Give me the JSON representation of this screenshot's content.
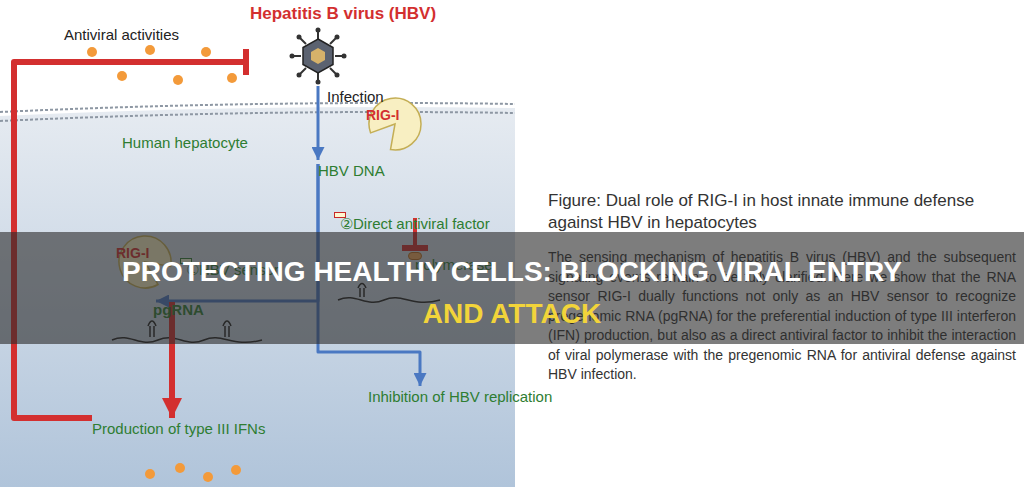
{
  "diagram": {
    "title": "PROTECTING HEALTHY CELLS: BLOCKING VIRAL ENTRY AND ATTACK",
    "caption": "Figure: Dual role of RIG-I in host innate immune defense against HBV in hepatocytes",
    "nodes": [
      {
        "text": [
          "Human hepatocyte"
        ]
      },
      {
        "text": [
          "Hepatitis B virus (HBV)"
        ]
      },
      {
        "text": [
          "HBV DNA"
        ],
        "in": 0
      },
      {
        "text": [
          "RIG-I"
        ],
        "in": 0
      },
      {
        "text": [
          "②Direct antiviral factor"
        ],
        "in": 0
      },
      {
        "text": [
          "RIG-I"
        ],
        "in": 0
      },
      {
        "text": [
          "①HBV sensor"
        ],
        "in": 0
      },
      {
        "text": [
          "pgRNA"
        ],
        "in": 0
      },
      {
        "text": [
          "polymerase"
        ],
        "in": 0
      },
      {
        "text": [
          "Inhibition of HBV replication"
        ],
        "in": 0
      },
      {
        "text": [
          "Production of type III IFNs"
        ],
        "in": 0
      }
    ],
    "edges": [
      {
        "from": 1,
        "to": 2,
        "arrow": "to",
        "label": "Infection"
      },
      {
        "from": 2,
        "to": 7,
        "arrow": "to"
      },
      {
        "from": 2,
        "to": 9,
        "arrow": "to"
      },
      {
        "from": 4,
        "to": 8,
        "arrow": "to"
      },
      {
        "from": 7,
        "to": 10,
        "arrow": "to"
      },
      {
        "from": 10,
        "to": 1,
        "arrow": "to",
        "label": "Antiviral activities"
      }
    ],
    "labels": [
      "The sensing mechanism of hepatitis B virus (HBV) and the subsequent signaling events remain to be fully clarified. Here we show that the RNA sensor RIG-I dually functions not only as an HBV sensor to recognize pregenomic RNA (pgRNA) for the preferential induction of type III interferon (IFN) production, but also as a direct antiviral factor to inhibit the interaction of viral polymerase with the pregenomic RNA for antiviral defense against HBV infection."
    ]
  }
}
